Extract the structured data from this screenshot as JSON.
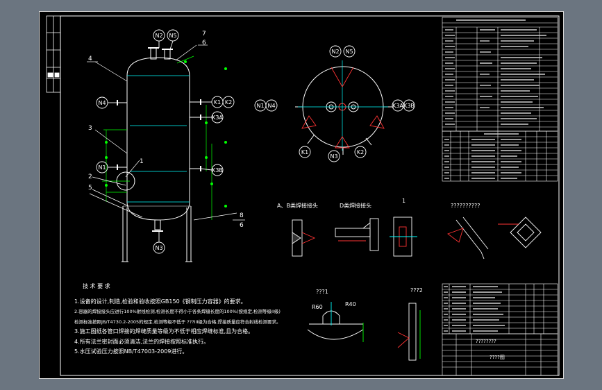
{
  "nozzles": {
    "N2": "N2",
    "N5": "N5",
    "N4": "N4",
    "N1": "N1",
    "N3": "N3",
    "K1": "K1",
    "K2": "K2",
    "K3A": "K3A",
    "K3B": "K3B"
  },
  "callouts": {
    "c1": "1",
    "c2": "2",
    "c3": "3",
    "c4": "4",
    "c5": "5",
    "c6": "6",
    "c7": "7",
    "c8": "8"
  },
  "sections": {
    "ab_welds": "A、B类焊接接头",
    "d_welds": "D类焊接接头",
    "question": "??????????",
    "sec1": "1",
    "detail1": "???1",
    "detail2": "???2",
    "dim_r60": "R60",
    "dim_r40": "R40"
  },
  "tech_req": {
    "title": "技 术 要 求",
    "lines": [
      "1.设备的设计,制造,检验和验收按照GB150《钢制压力容器》的要求。",
      "2.容器的焊接接头应进行100%射线检测,检测长度不得小于各条焊缝长度的100%(按规定,检测等级II级)",
      "检测标准按照JB/T4730.2-2005的规定,检测等级不低于 ???III级为合格,焊接质量应符合射线检测要求。",
      "3.施工图纸各管口焊接的焊缝质量等级为不低于相应焊缝标准,且为合格。",
      "4.所有法兰密封面必须清洁,法兰的焊接按照标准执行。",
      "5.水压试验压力按照NB/T47003-2009进行。"
    ]
  },
  "title_block": {
    "name": "????????",
    "drawing": "????图"
  }
}
